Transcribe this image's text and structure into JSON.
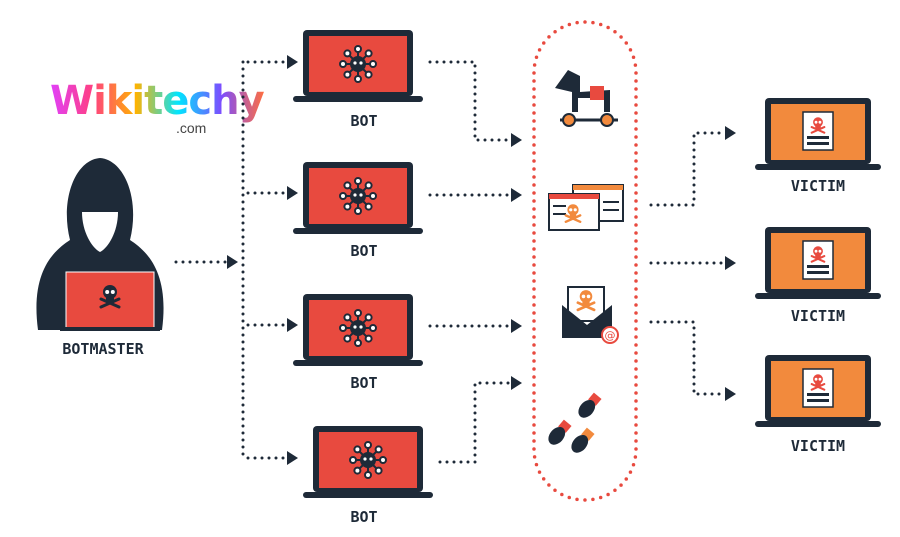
{
  "logo": {
    "name": "Wikitechy",
    "domain": ".com"
  },
  "labels": {
    "botmaster": "BOTMASTER",
    "bot": "BOT",
    "victim": "VICTIM"
  },
  "bots": [
    {
      "label": "BOT"
    },
    {
      "label": "BOT"
    },
    {
      "label": "BOT"
    },
    {
      "label": "BOT"
    }
  ],
  "victims": [
    {
      "label": "VICTIM"
    },
    {
      "label": "VICTIM"
    },
    {
      "label": "VICTIM"
    }
  ],
  "attack_icons": [
    "trojan-horse-icon",
    "malicious-webpage-icon",
    "phishing-email-icon",
    "bombs-icon"
  ],
  "colors": {
    "dark": "#1e2a38",
    "bot_screen": "#e84a3f",
    "victim_screen": "#f28a3d",
    "dots_red": "#e84a3f"
  }
}
